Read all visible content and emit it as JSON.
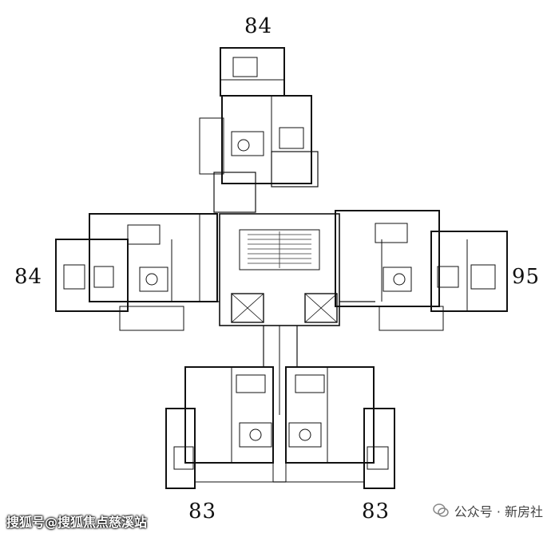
{
  "units": {
    "top": "84",
    "left": "84",
    "right": "95",
    "bottom_left": "83",
    "bottom_right": "83"
  },
  "watermarks": {
    "left": "搜狐号@搜狐焦点慈溪站",
    "right": "公众号 · 新房社"
  },
  "colors": {
    "wall": "#111111",
    "line": "#444444",
    "stair": "#333333",
    "background": "#ffffff"
  }
}
